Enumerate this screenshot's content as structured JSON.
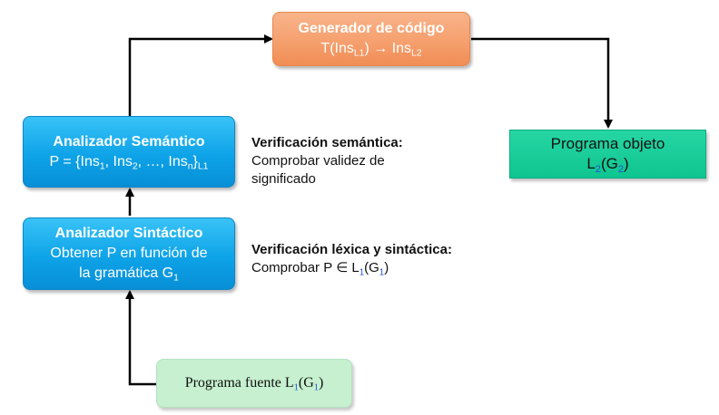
{
  "generator": {
    "title": "Generador de código",
    "formula_pre": "T(Ins",
    "formula_sub1": "L1",
    "formula_mid": ") → Ins",
    "formula_sub2": "L2"
  },
  "semantic": {
    "title": "Analizador Semántico",
    "p_pre": "P = {Ins",
    "sub1": "1",
    "sep1": ", Ins",
    "sub2": "2",
    "sep2": ", …, Ins",
    "subn": "n",
    "close": "}",
    "subL1": "L1"
  },
  "syntactic": {
    "title": "Analizador Sintáctico",
    "line2": "Obtener P en función de",
    "line3_pre": "la gramática G",
    "line3_sub": "1"
  },
  "target": {
    "line1": "Programa objeto",
    "l": "L",
    "l_sub": "2",
    "paren_open": "(G",
    "g_sub": "2",
    "paren_close": ")"
  },
  "source": {
    "pre": "Programa fuente L",
    "l_sub": "1",
    "mid": "(G",
    "g_sub": "1",
    "close": ")"
  },
  "annotation_semantic": {
    "heading": "Verificación semántica:",
    "line1": "Comprobar validez de",
    "line2": "significado"
  },
  "annotation_lexical": {
    "heading": "Verificación léxica y sintáctica:",
    "line_pre": "Comprobar P ∈ L",
    "l_sub": "1",
    "mid": "(G",
    "g_sub": "1",
    "close": ")"
  },
  "colors": {
    "blue_box": "#0ea3e8",
    "orange_box": "#f59e6c",
    "green_box": "#0fc590",
    "light_green_box": "#c6f0cf",
    "subscript_blue": "#2050d8",
    "arrow": "#000000"
  }
}
